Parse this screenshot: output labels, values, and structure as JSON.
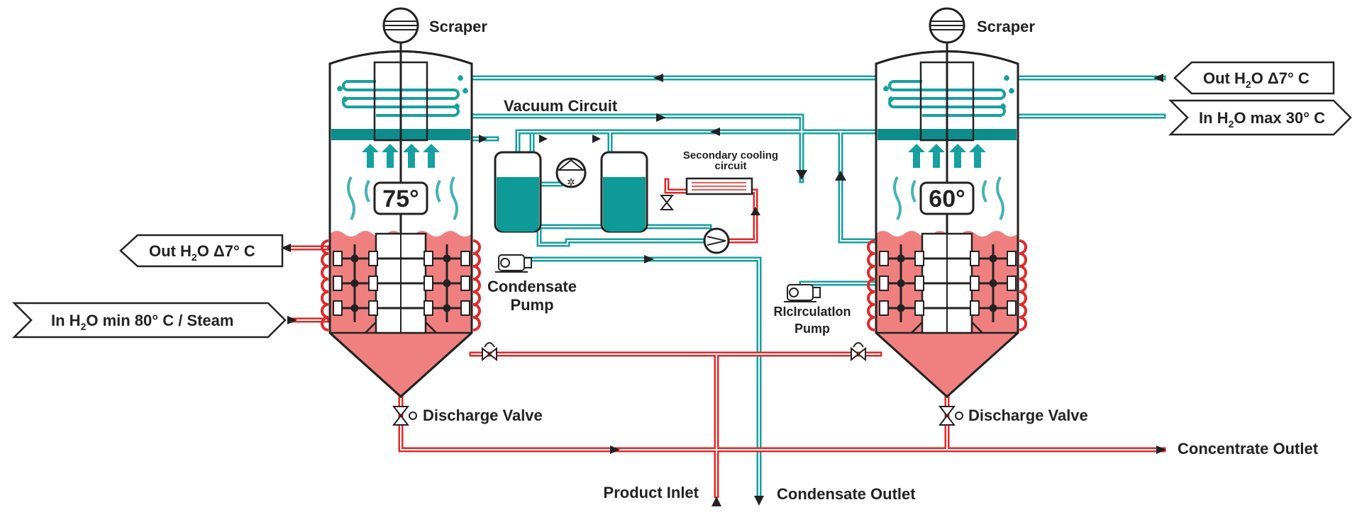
{
  "labels": {
    "scraper_left": "Scraper",
    "scraper_right": "Scraper",
    "vacuum_circuit": "Vacuum Circuit",
    "secondary_cooling_1": "Secondary cooling",
    "secondary_cooling_2": "circuit",
    "temp_left": "75°",
    "temp_right": "60°",
    "condensate_pump_1": "Condensate",
    "condensate_pump_2": "Pump",
    "recirculation_pump_1": "RIcIrculatIon",
    "recirculation_pump_2": "Pump",
    "discharge_valve_left": "Discharge Valve",
    "discharge_valve_right": "Discharge Valve",
    "product_inlet": "Product Inlet",
    "condensate_outlet": "Condensate Outlet",
    "concentrate_outlet": "Concentrate Outlet",
    "out_h2o_left": "Out H",
    "out_h2o_left_sub": "2",
    "out_h2o_left_tail": "O Δ7° C",
    "in_h2o_left": "In H",
    "in_h2o_left_sub": "2",
    "in_h2o_left_tail": "O min 80° C / Steam",
    "out_h2o_right": "Out H",
    "out_h2o_right_sub": "2",
    "out_h2o_right_tail": "O Δ7° C",
    "in_h2o_right": "In H",
    "in_h2o_right_sub": "2",
    "in_h2o_right_tail": "O max 30° C"
  },
  "colors": {
    "teal": "#17a0a0",
    "teal_dark": "#0e8c8c",
    "red": "#e02a2a",
    "salmon": "#f08080",
    "outline": "#222222"
  }
}
